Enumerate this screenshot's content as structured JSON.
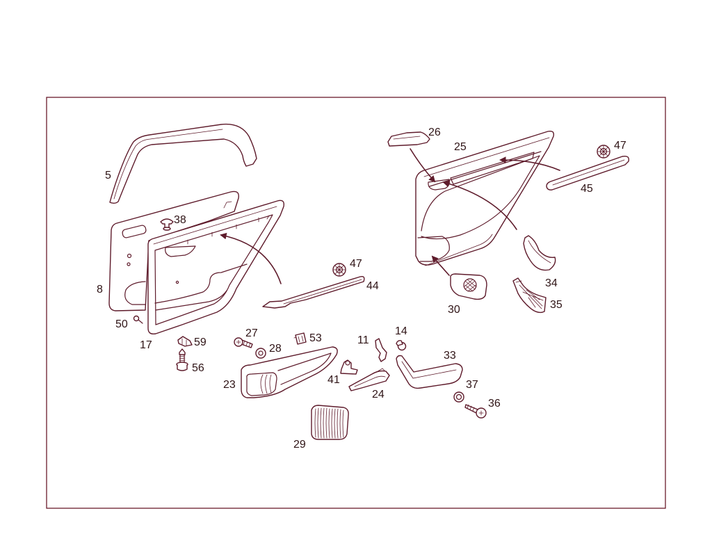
{
  "diagram": {
    "callouts": [
      "26",
      "25",
      "47",
      "45",
      "5",
      "38",
      "47",
      "44",
      "34",
      "35",
      "8",
      "30",
      "50",
      "27",
      "14",
      "53",
      "11",
      "59",
      "17",
      "28",
      "33",
      "56",
      "41",
      "23",
      "37",
      "24",
      "36",
      "29"
    ]
  },
  "colors": {
    "line": "#5e1b2b",
    "frame": "#6a1b2b",
    "text": "#2f1416",
    "background": "#ffffff"
  }
}
